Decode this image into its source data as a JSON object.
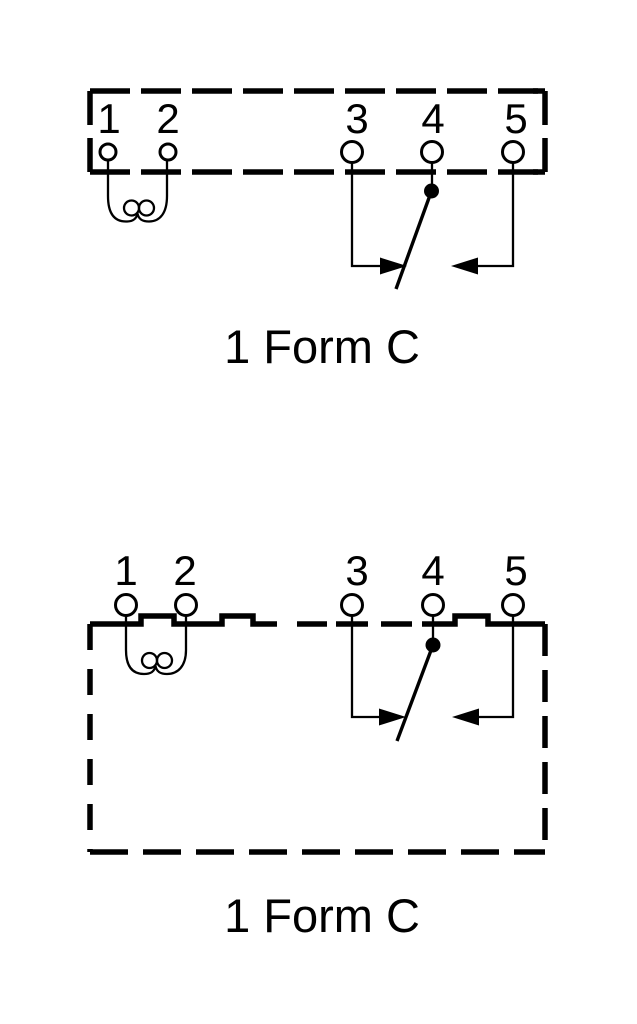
{
  "colors": {
    "ink": "#000000",
    "paper": "#ffffff"
  },
  "diagrams": [
    {
      "caption": "1 Form C",
      "pins": [
        "1",
        "2",
        "3",
        "4",
        "5"
      ],
      "schematic": {
        "style": "pins-inside-dashed-outline",
        "coil_between_pins": [
          "1",
          "2"
        ],
        "common_contact_pin": "4",
        "fixed_contact_pins": [
          "3",
          "5"
        ]
      }
    },
    {
      "caption": "1 Form C",
      "pins": [
        "1",
        "2",
        "3",
        "4",
        "5"
      ],
      "schematic": {
        "style": "pins-above-dashed-outline",
        "coil_between_pins": [
          "1",
          "2"
        ],
        "common_contact_pin": "4",
        "fixed_contact_pins": [
          "3",
          "5"
        ]
      }
    }
  ]
}
